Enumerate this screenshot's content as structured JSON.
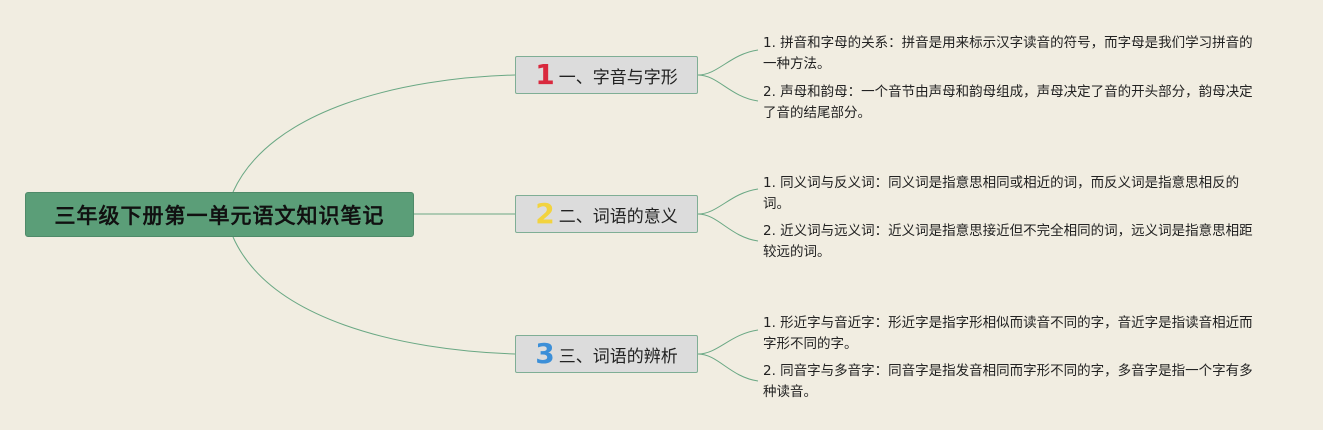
{
  "root": {
    "title": "三年级下册第一单元语文知识笔记"
  },
  "branches": [
    {
      "number": "1",
      "number_color": "#d9293e",
      "title": "一、字音与字形",
      "notes": [
        "1. 拼音和字母的关系：拼音是用来标示汉字读音的符号，而字母是我们学习拼音的一种方法。",
        "2. 声母和韵母：一个音节由声母和韵母组成，声母决定了音的开头部分，韵母决定了音的结尾部分。"
      ]
    },
    {
      "number": "2",
      "number_color": "#f2d33f",
      "title": "二、词语的意义",
      "notes": [
        "1. 同义词与反义词：同义词是指意思相同或相近的词，而反义词是指意思相反的词。",
        "2. 近义词与远义词：近义词是指意思接近但不完全相同的词，远义词是指意思相距较远的词。"
      ]
    },
    {
      "number": "3",
      "number_color": "#3c8fd8",
      "title": "三、词语的辨析",
      "notes": [
        "1. 形近字与音近字：形近字是指字形相似而读音不同的字，音近字是指读音相近而字形不同的字。",
        "2. 同音字与多音字：同音字是指发音相同而字形不同的字，多音字是指一个字有多种读音。"
      ]
    }
  ],
  "colors": {
    "background": "#f1ede1",
    "root_fill": "#5b9e78",
    "connector": "#6aa884",
    "branch_fill": "#dcdcdc"
  }
}
